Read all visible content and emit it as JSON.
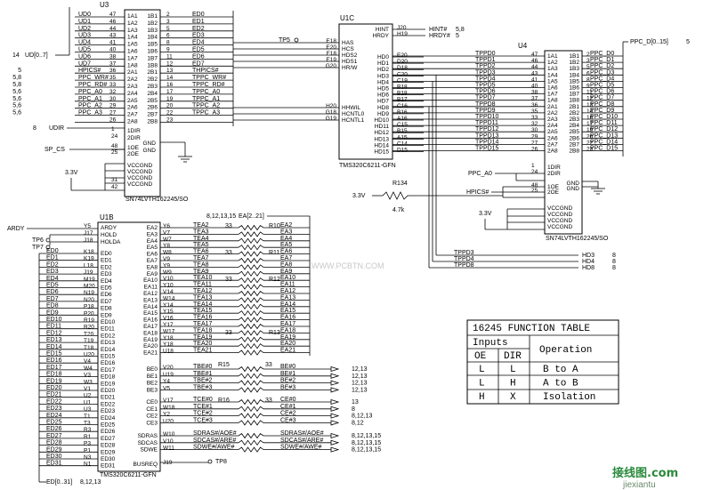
{
  "u3": {
    "ref": "U3",
    "part": "SN74LVTH162245/SO",
    "a_pins": [
      "1A1",
      "1A2",
      "1A3",
      "1A4",
      "1A5",
      "1A6",
      "1A7",
      "1A8",
      "2A1",
      "2A2",
      "2A3",
      "2A4",
      "2A5",
      "2A6",
      "2A7",
      "2A8"
    ],
    "b_pins": [
      "1B1",
      "1B2",
      "1B3",
      "1B4",
      "1B5",
      "1B6",
      "1B7",
      "1B8",
      "2B1",
      "2B2",
      "2B3",
      "2B4",
      "2B5",
      "2B6",
      "2B7",
      "2B8"
    ],
    "a_nums": [
      "47",
      "46",
      "44",
      "43",
      "41",
      "40",
      "38",
      "37",
      "36",
      "35",
      "33",
      "32",
      "30",
      "29",
      "27",
      "26"
    ],
    "b_nums": [
      "2",
      "3",
      "5",
      "6",
      "8",
      "9",
      "11",
      "12",
      "13",
      "14",
      "16",
      "17",
      "19",
      "20",
      "22",
      "23"
    ],
    "a_nets": [
      "UD0",
      "UD1",
      "UD2",
      "UD3",
      "UD4",
      "UD5",
      "UD6",
      "UD7",
      "HPICS#",
      "PPC_WR#",
      "PPC_RD#",
      "PPC_A0",
      "PPC_A1",
      "PPC_A2",
      "PPC_A3",
      ""
    ],
    "b_nets": [
      "ED0",
      "ED1",
      "ED2",
      "ED3",
      "ED4",
      "ED5",
      "ED6",
      "ED7",
      "THPICS#",
      "TPPC_WR#",
      "TPPC_RD#",
      "TPPC_A0",
      "TPPC_A1",
      "TPPC_A2",
      "TPPC_A3",
      ""
    ],
    "left_refs": [
      "",
      "",
      "",
      "",
      "",
      "",
      "",
      "",
      "5",
      "5,8",
      "5,8",
      "5,6",
      "5,6",
      "5,6",
      "5,6",
      ""
    ],
    "ctrl": [
      "1DIR",
      "2DIR",
      "1OE",
      "2OE"
    ],
    "ctrl_nums": [
      "1",
      "24",
      "48",
      "25"
    ],
    "gnd_label": "GND",
    "vcc_label": "VCCGND",
    "bus_in": "UD[0..7]",
    "bus_in_num": "14",
    "udir": "UDIR",
    "udir_ref": "8",
    "sp_cs": "SP_CS",
    "v33": "3.3V",
    "left_nums": [
      "31",
      "42"
    ]
  },
  "u1c": {
    "ref": "U1C",
    "part": "TMS320C6211-GFN",
    "left_pins": [
      "HAS",
      "HCS",
      "HDS2",
      "HDS1",
      "HR/W",
      "HHWIL",
      "HCNTL0",
      "HCNTL1"
    ],
    "left_nums": [
      "E18",
      "E20",
      "F18",
      "E19",
      "G20",
      "H20",
      "G18",
      "G19"
    ],
    "right_top": [
      "HINT",
      "HRDY"
    ],
    "right_top_nums": [
      "J20",
      "H19"
    ],
    "right_top_nets": [
      "HINT#",
      "HRDY#"
    ],
    "right_top_refs": [
      "5,8",
      "5"
    ],
    "hd_pins": [
      "HD0",
      "HD1",
      "HD2",
      "HD3",
      "HD4",
      "HD5",
      "HD6",
      "HD7",
      "HD8",
      "HD9",
      "HD10",
      "HD11",
      "HD12",
      "HD13",
      "HD14",
      "HD15"
    ],
    "hd_nums": [
      "E20",
      "D20",
      "D18",
      "C20",
      "C19",
      "B18",
      "B18",
      "B17",
      "C16",
      "B16",
      "A16",
      "C15",
      "B15",
      "A15",
      "C14",
      "D15"
    ],
    "tp5": "TP5"
  },
  "u4": {
    "ref": "U4",
    "part": "SN74LVTH162245/SO",
    "a_nets": [
      "TPPD0",
      "TPPD1",
      "TPPD2",
      "TPPD3",
      "TPPD4",
      "TPPD5",
      "TPPD6",
      "TPPD7",
      "TPPD8",
      "TPPD9",
      "TPPD10",
      "TPPD11",
      "TPPD12",
      "TPPD13",
      "TPPD14",
      "TPPD15"
    ],
    "b_nets": [
      "PPC_D0",
      "PPC_D1",
      "PPC_D2",
      "PPC_D3",
      "PPC_D4",
      "PPC_D5",
      "PPC_D6",
      "PPC_D7",
      "PPC_D8",
      "PPC_D9",
      "PPC_D10",
      "PPC_D11",
      "PPC_D12",
      "PPC_D13",
      "PPC_D14",
      "PPC_D15"
    ],
    "bus_out": "PPC_D[0..15]",
    "bus_out_ref": "5",
    "ppc_a0": "PPC_A0",
    "hpics": "HPICS#",
    "r134": "R134",
    "r134_val": "4.7k",
    "v33": "3.3V",
    "tppd_out": [
      "TPPD3",
      "TPPD4",
      "TPPD8"
    ],
    "hd_out": [
      "HD3",
      "HD4",
      "HD8"
    ],
    "hd_out_refs": [
      "8",
      "8",
      "8"
    ]
  },
  "u1b": {
    "ref": "U1B",
    "part": "TMS320C6211-GFN",
    "ed_pins": [
      "ED0",
      "ED1",
      "ED2",
      "ED3",
      "ED4",
      "ED5",
      "ED6",
      "ED7",
      "ED8",
      "ED9",
      "ED10",
      "ED11",
      "ED12",
      "ED13",
      "ED14",
      "ED15",
      "ED16",
      "ED17",
      "ED18",
      "ED19",
      "ED20",
      "ED21",
      "ED22",
      "ED23",
      "ED24",
      "ED25",
      "ED26",
      "ED27",
      "ED28",
      "ED29",
      "ED30",
      "ED31"
    ],
    "ed_nums": [
      "K18",
      "K19",
      "L18",
      "J19",
      "M19",
      "M20",
      "N19",
      "N20",
      "P18",
      "P20",
      "R19",
      "R20",
      "T20",
      "T19",
      "T18",
      "U20",
      "V4",
      "W4",
      "V3",
      "W3",
      "V1",
      "U2",
      "U1",
      "U3",
      "T1",
      "T3",
      "R3",
      "R1",
      "P3",
      "P1",
      "N3",
      "N1"
    ],
    "ea_pins": [
      "EA2",
      "EA3",
      "EA4",
      "EA5",
      "EA6",
      "EA7",
      "EA8",
      "EA9",
      "EA10",
      "EA11",
      "EA12",
      "EA13",
      "EA14",
      "EA15",
      "EA16",
      "EA17",
      "EA18",
      "EA19",
      "EA20",
      "EA21"
    ],
    "ea_nums": [
      "Y6",
      "V7",
      "W7",
      "Y8",
      "W8",
      "V9",
      "Y9",
      "W9",
      "V10",
      "Y10",
      "V14",
      "W14",
      "Y14",
      "Y15",
      "V16",
      "Y17",
      "W17",
      "Y18",
      "Y18",
      "U18"
    ],
    "tea": [
      "TEA2",
      "TEA3",
      "TEA4",
      "TEA5",
      "TEA6",
      "TEA7",
      "TEA8",
      "TEA9",
      "TEA10",
      "TEA11",
      "TEA12",
      "TEA13",
      "TEA14",
      "TEA15",
      "TEA16",
      "TEA17",
      "TEA18",
      "TEA19",
      "TEA20",
      "TEA21"
    ],
    "ea_out": [
      "EA2",
      "EA3",
      "EA4",
      "EA5",
      "EA6",
      "EA7",
      "EA8",
      "EA9",
      "EA10",
      "EA11",
      "EA12",
      "EA13",
      "EA14",
      "EA15",
      "EA16",
      "EA17",
      "EA18",
      "EA19",
      "EA20",
      "EA21"
    ],
    "ctl_left": [
      "ARDY",
      "HOLD",
      "HOLDA"
    ],
    "ctl_left_nums": [
      "Y5",
      "J17",
      "J18"
    ],
    "ardy": "ARDY",
    "tp6": "TP6",
    "tp7": "TP7",
    "ea_bus": "EA[2..21]",
    "ea_bus_refs": "8,12,13,15",
    "ed_bus": "ED[0..31]",
    "ed_bus_refs": "8,12,13",
    "r10": "R10",
    "r11": "R11",
    "r12": "R12",
    "r13": "R13",
    "r_val": "33",
    "be_pins": [
      "BE0",
      "BE1",
      "BE2",
      "BE3"
    ],
    "be_nums": [
      "V20",
      "U19",
      "Y4",
      "V5"
    ],
    "tbe": [
      "TBE#0",
      "TBE#1",
      "TBE#2",
      "TBE#3"
    ],
    "be_out": [
      "BE#0",
      "BE#1",
      "BE#2",
      "BE#3"
    ],
    "be_refs": [
      "12,13",
      "12,13",
      "12,13",
      "12,13"
    ],
    "r15": "R15",
    "ce_pins": [
      "CE0",
      "CE1",
      "CE2",
      "CE3"
    ],
    "ce_nums": [
      "V17",
      "W18",
      "Y2",
      "U20"
    ],
    "tce": [
      "TCE#0",
      "TCE#1",
      "TCE#2",
      "TCE#3"
    ],
    "ce_out": [
      "CE#0",
      "CE#1",
      "CE#2",
      "CE#3"
    ],
    "ce_refs": [
      "13",
      "8",
      "8,12,13",
      "8,12"
    ],
    "r16": "R16",
    "sd_pins": [
      "SDRAS",
      "SDCAS",
      "SDWE"
    ],
    "sd_nums": [
      "W10",
      "V10",
      "W11"
    ],
    "sd_t": [
      "SDRAS#/AOE#",
      "SDCAS#/ARE#",
      "SDWE#/AWE#"
    ],
    "sd_out": [
      "SDRAS#/AOE#",
      "SDCAS#/ARE#",
      "SDWE#/AWE#"
    ],
    "sd_refs": [
      "8,12,13,15",
      "8,12,13,15",
      "8,12,13,15"
    ],
    "busreq": "BUSREQ",
    "busreq_num": "J19",
    "tp8": "TP8"
  },
  "table": {
    "title": "16245 FUNCTION TABLE",
    "inputs": "Inputs",
    "operation": "Operation",
    "col_oe": "OE",
    "col_dir": "DIR",
    "rows": [
      {
        "oe": "L",
        "dir": "L",
        "op": "B to A"
      },
      {
        "oe": "L",
        "dir": "H",
        "op": "A to B"
      },
      {
        "oe": "H",
        "dir": "X",
        "op": "Isolation"
      }
    ]
  },
  "watermark": "WWW.PCBTN.COM",
  "logo": "接线图.com",
  "logo_sub": "jiexiantu"
}
